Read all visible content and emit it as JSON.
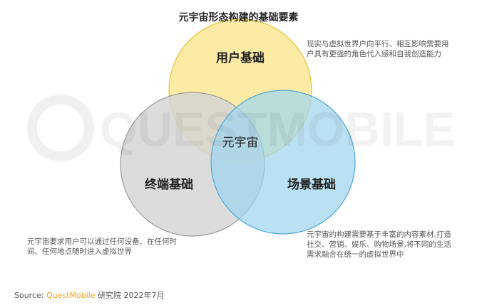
{
  "title": "元宇宙形态构建的基础要素",
  "circles": {
    "user": {
      "label": "用户基础",
      "color": "#fbe58c"
    },
    "terminal": {
      "label": "终端基础",
      "color": "#d9d9d9"
    },
    "scene": {
      "label": "场景基础",
      "color": "#9fd5ef"
    }
  },
  "center_label": "元宇宙",
  "notes": {
    "user": "现实与虚拟世界户向平行、相互影响需要用户具有更强的角色代入感和自我创造能力",
    "terminal": "元宇宙要求用户可以通过任何设备、在任何时间、任何地点随时进入虚拟世界",
    "scene": "元宇宙的构建需要基于丰富的内容素材,打造社交、营销、娱乐、购物场景,将不同的生活需求融合在统一的虚拟世界中"
  },
  "watermark": "QUESTMOBILE",
  "source": {
    "prefix": "Source:",
    "brand": "QuestMobile",
    "suffix": "研究院 2022年7月"
  }
}
